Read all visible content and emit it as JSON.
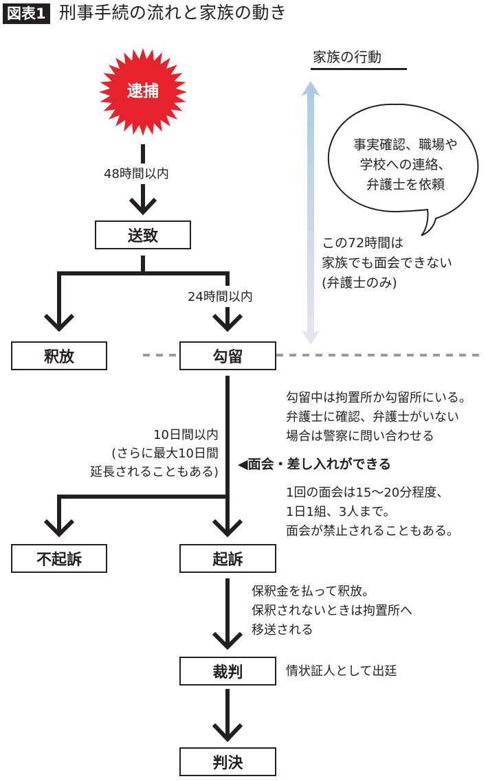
{
  "header": {
    "badge": "図表1",
    "title": "刑事手続の流れと家族の動き"
  },
  "colors": {
    "arrest_burst": "#e8222a",
    "line": "#231f20",
    "family_arrow_top": "#a9cbe3",
    "family_arrow_bottom": "#e3e2ee",
    "dashed_divider": "#9a9a9a"
  },
  "nodes": {
    "arrest": "逮捕",
    "referral": "送致",
    "release_1": "釈放",
    "detention": "勾留",
    "non_prosecution": "不起訴",
    "prosecution": "起訴",
    "trial": "裁判",
    "verdict": "判決"
  },
  "edges": {
    "arrest_to_referral": "48時間以内",
    "referral_to_detention": "24時間以内",
    "detention_to_decision": [
      "10日間以内",
      "(さらに最大10日間",
      "延長されることもある)"
    ]
  },
  "family": {
    "heading": "家族の行動",
    "speech_bubble": [
      "事実確認、職場や",
      "学校への連絡、",
      "弁護士を依頼"
    ],
    "no_visit_note": [
      "この72時間は",
      "家族でも面会できない",
      "(弁護士のみ)"
    ],
    "detention_note": [
      "勾留中は拘置所か勾留所にいる。",
      "弁護士に確認、弁護士がいない",
      "場合は警察に問い合わせる"
    ],
    "visit_marker": "◀",
    "visit_heading": "面会・差し入れができる",
    "visit_rules": [
      "1回の面会は15〜20分程度、",
      "1日1組、3人まで。",
      "面会が禁止されることもある。"
    ],
    "bail_note": [
      "保釈金を払って釈放。",
      "保釈されないときは拘置所へ",
      "移送される"
    ],
    "trial_note": "情状証人として出廷"
  }
}
